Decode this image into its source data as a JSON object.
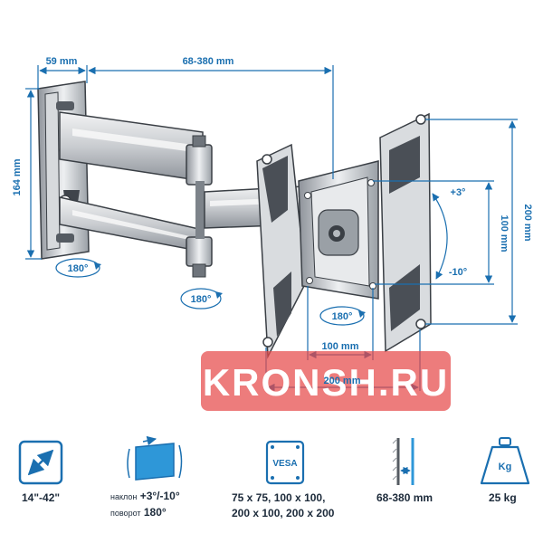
{
  "dimensions": {
    "wall_depth": "59 mm",
    "arm_extension": "68-380 mm",
    "wall_plate_height": "164 mm",
    "vesa_vertical_inner": "100 mm",
    "vesa_vertical_outer": "200 mm",
    "vesa_horizontal_inner": "100 mm",
    "vesa_horizontal_outer": "200 mm"
  },
  "rotations": {
    "wall_swivel": "180°",
    "arm_swivel": "180°",
    "plate_rotation": "180°",
    "tilt_up": "+3°",
    "tilt_down": "-10°"
  },
  "watermark": "KRONSH.RU",
  "specs": {
    "screen_size": "14\"-42\"",
    "tilt_label": "наклон",
    "tilt_value": "+3°/-10°",
    "swivel_label": "поворот",
    "swivel_value": "180°",
    "vesa_icon_text": "VESA",
    "vesa_line1": "75 x 75, 100 x 100,",
    "vesa_line2": "200 x 100, 200 x 200",
    "extension": "68-380 mm",
    "load_icon_text": "Kg",
    "load": "25 kg"
  },
  "colors": {
    "accent": "#1a6fb0",
    "icon_fill": "#2e97d8",
    "metal_dark": "#4a4f56",
    "metal_light": "#e6e8ea",
    "watermark": "#e64a4a"
  }
}
